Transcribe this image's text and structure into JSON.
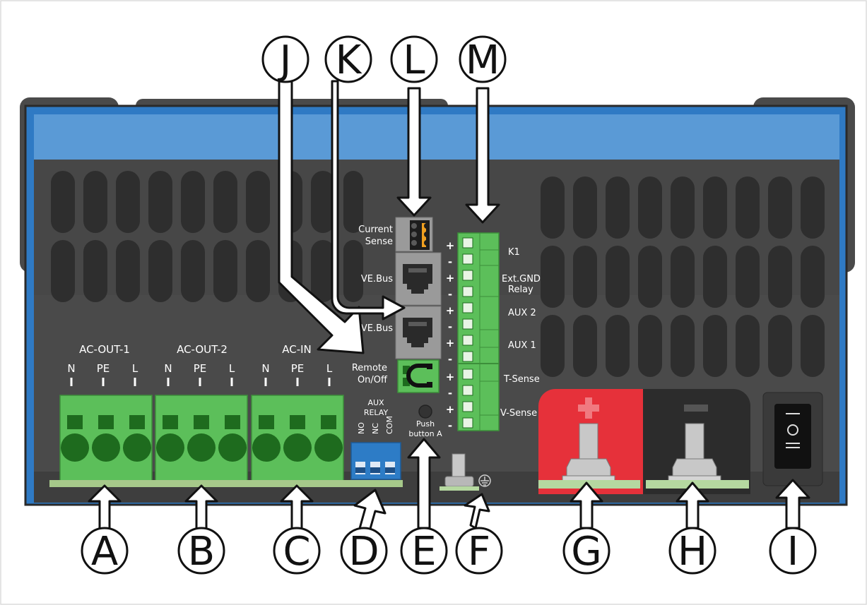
{
  "colors": {
    "housing_dark": "#4a4a4a",
    "housing_blue": "#2f7ac4",
    "top_blue": "#5a9ad6",
    "terminal_green": "#5cbf5a",
    "terminal_dark": "#1e6b1e",
    "positive_red": "#e6313a",
    "negative_black": "#2c2c2c",
    "aux_relay_blue": "#2d7cc6",
    "rj45_grey": "#9a9a9a"
  },
  "ac_groups": [
    {
      "title": "AC-OUT-1",
      "pins": [
        "N",
        "PE",
        "L"
      ]
    },
    {
      "title": "AC-OUT-2",
      "pins": [
        "N",
        "PE",
        "L"
      ]
    },
    {
      "title": "AC-IN",
      "pins": [
        "N",
        "PE",
        "L"
      ]
    }
  ],
  "connectors": {
    "current_sense": [
      "Current",
      "Sense"
    ],
    "ve_bus_1": "VE.Bus",
    "ve_bus_2": "VE.Bus",
    "remote": [
      "Remote",
      "On/Off"
    ],
    "aux_relay_title": [
      "AUX",
      "RELAY"
    ],
    "aux_relay_pins": [
      "NO",
      "NC",
      "COM"
    ],
    "push_button": [
      "Push",
      "button A"
    ]
  },
  "terminal_signs": [
    "+",
    "-",
    "+",
    "-",
    "+",
    "-",
    "+",
    "-",
    "+",
    "-",
    "+",
    "-"
  ],
  "terminal_labels": [
    "K1",
    "Ext.GND",
    "Relay",
    "AUX 2",
    "AUX 1",
    "T-Sense",
    "V-Sense"
  ],
  "callouts": [
    "A",
    "B",
    "C",
    "D",
    "E",
    "F",
    "G",
    "H",
    "I",
    "J",
    "K",
    "L",
    "M"
  ]
}
